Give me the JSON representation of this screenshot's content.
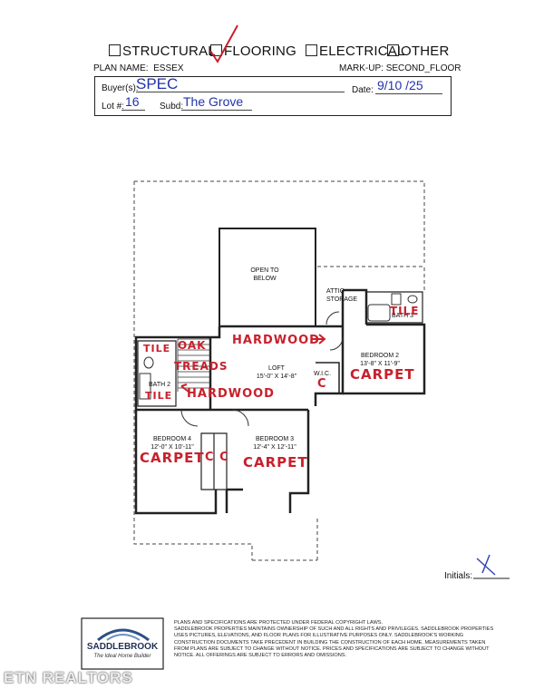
{
  "header": {
    "categories": [
      "STRUCTURAL",
      "FLOORING",
      "ELECTRICAL",
      "OTHER"
    ],
    "plan_name_label": "PLAN NAME:",
    "plan_name": "ESSEX",
    "markup_label": "MARK-UP:",
    "markup_value": "SECOND_FLOOR"
  },
  "form": {
    "buyer_label": "Buyer(s):",
    "buyer_value": "SPEC",
    "date_label": "Date:",
    "date_value": "9/10 /25",
    "lot_label": "Lot #:",
    "lot_value": "16",
    "subd_label": "Subd:",
    "subd_value": "The Grove"
  },
  "plan": {
    "open_to_below": "OPEN TO BELOW",
    "attic_storage": "ATTIC STORAGE",
    "bath_right": "BATH 3",
    "bath_left": "BATH 2",
    "loft_name": "LOFT",
    "loft_size": "15'-0\" X 14'-8\"",
    "bedroom2_name": "BEDROOM 2",
    "bedroom2_size": "13'-8\" X 11'-9\"",
    "wic": "W.I.C.",
    "bedroom4_name": "BEDROOM 4",
    "bedroom4_size": "12'-0\" X 10'-11\"",
    "bedroom3_name": "BEDROOM 3",
    "bedroom3_size": "12'-4\" X 12'-11\""
  },
  "markups": {
    "hardwood_top": "HARDWOOD",
    "hardwood_left": "HARDWOOD",
    "tile_left_top": "TILE",
    "tile_left_bottom": "TILE",
    "tile_right": "TILE",
    "oak_treads_1": "OAK",
    "oak_treads_2": "TREADS",
    "carpet_br2": "CARPET",
    "carpet_br4": "CARPET",
    "carpet_br3": "CARPET",
    "c_wic": "C",
    "c_closets": "C C"
  },
  "footer": {
    "initials_label": "Initials:",
    "logo_name": "SADDLEBROOK",
    "logo_tag": "The Ideal Home Builder",
    "legal": [
      "PLANS AND SPECIFICATIONS ARE PROTECTED UNDER FEDERAL COPYRIGHT LAWS.",
      "SADDLEBROOK PROPERTIES MAINTAINS OWNERSHIP OF SUCH AND ALL RIGHTS AND PRIVILEGES. SADDLEBROOK PROPERTIES",
      "USES PICTURES, ELEVATIONS, AND FLOOR PLANS FOR ILLUSTRATIVE PURPOSES ONLY. SADDLEBROOK'S WORKING",
      "CONSTRUCTION DOCUMENTS TAKE PRECEDENT IN BUILDING THE CONSTRUCTION OF EACH HOME. MEASUREMENTS TAKEN",
      "FROM PLANS ARE SUBJECT TO CHANGE WITHOUT NOTICE. PRICES AND SPECIFICATIONS ARE SUBJECT TO CHANGE WITHOUT",
      "NOTICE. ALL OFFERINGS ARE SUBJECT TO ERRORS AND OMISSIONS."
    ],
    "watermark": "ETN REALTORS"
  }
}
